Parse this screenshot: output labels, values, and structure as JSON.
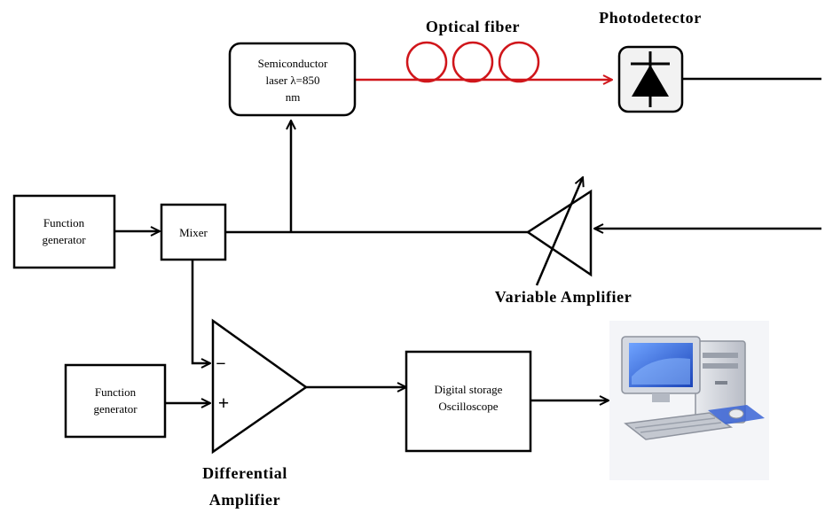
{
  "blocks": {
    "laser_line1": "Semiconductor",
    "laser_line2": "laser λ=850",
    "laser_line3": "nm",
    "fg1_line1": "Function",
    "fg1_line2": "generator",
    "mixer": "Mixer",
    "fg2_line1": "Function",
    "fg2_line2": "generator",
    "dso_line1": "Digital storage",
    "dso_line2": "Oscilloscope"
  },
  "labels": {
    "optical_fiber": "Optical fiber",
    "photodetector": "Photodetector",
    "variable_amplifier": "Variable Amplifier",
    "differential_line1": "Differential",
    "differential_line2": "Amplifier"
  },
  "inputs": {
    "minus": "−",
    "plus": "+"
  },
  "colors": {
    "fiber": "#d0161b",
    "screen": "#2f63d8",
    "monitor_body": "#cfd3dc",
    "photo_bg": "#f2f2f2"
  },
  "icons": {
    "computer": "desktop-computer-icon",
    "photodetector": "photodiode-icon",
    "fiber": "fiber-coil-icon"
  }
}
